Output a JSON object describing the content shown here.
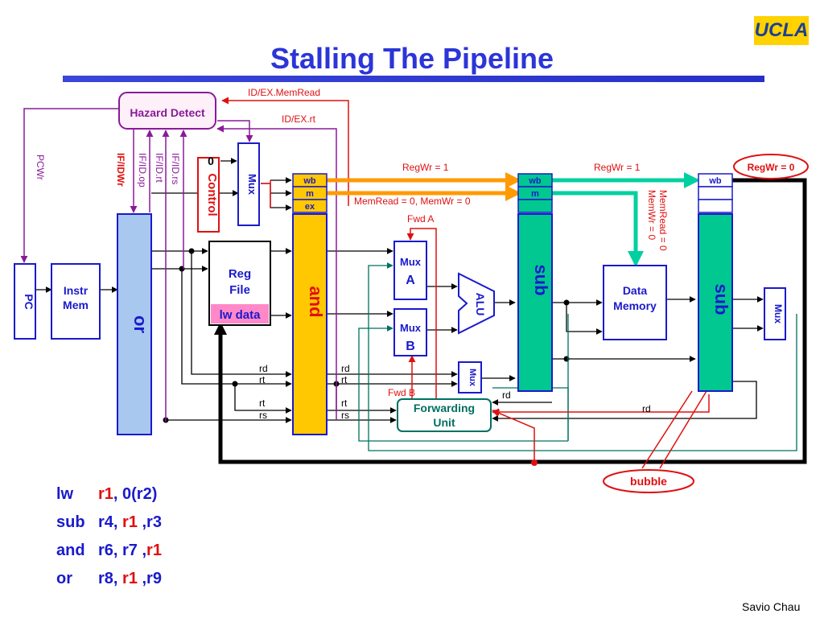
{
  "title": "Stalling The Pipeline",
  "logo": "UCLA",
  "author": "Savio Chau",
  "code": [
    {
      "op": "lw",
      "a": "r1",
      "b": ", 0(r2)"
    },
    {
      "op": "sub",
      "a": "r4, ",
      "r1": "r1",
      "b": " ,r3"
    },
    {
      "op": "and",
      "a": "r6, r7 ,",
      "r1": "r1",
      "b": ""
    },
    {
      "op": "or",
      "a": "r8, ",
      "r1": "r1",
      "b": " ,r9"
    }
  ],
  "blocks": {
    "hazard": "Hazard Detect",
    "pc": "PC",
    "instr1": "Instr",
    "instr2": "Mem",
    "control": "Control",
    "mux": "Mux",
    "regfile1": "Reg",
    "regfile2": "File",
    "lwdata": "lw data",
    "ifid_stage": "or",
    "idex_stage": "and",
    "exmem_stage": "sub",
    "memwb_stage": "sub",
    "muxa1": "Mux",
    "muxa2": "A",
    "muxb1": "Mux",
    "muxb2": "B",
    "alu": "ALU",
    "fwd1": "Forwarding",
    "fwd2": "Unit",
    "datamem1": "Data",
    "datamem2": "Memory",
    "bubble": "bubble",
    "wb": "wb",
    "m": "m",
    "ex": "ex",
    "zero": "0"
  },
  "signals": {
    "idex_memread": "ID/EX.MemRead",
    "idex_rt": "ID/EX.rt",
    "pcwr": "PCWr",
    "ifidwr": "IF/IDWr",
    "ifid_op": "IF/ID.op",
    "ifid_rt": "IF/ID.rt",
    "ifid_rs": "IF/ID.rs",
    "regwr1": "RegWr = 1",
    "regwr2": "RegWr = 1",
    "regwr0": "RegWr = 0",
    "memread_memwr": "MemRead = 0, MemWr = 0",
    "memread0": "MemRead = 0",
    "memwr0": "MemWr = 0",
    "fwda": "Fwd A",
    "fwdb": "Fwd B",
    "rd": "rd",
    "rt": "rt",
    "rs": "rs"
  },
  "colors": {
    "title": "#2b35d8",
    "stage_blue": "#a8c8f0",
    "stage_yellow": "#ffc800",
    "stage_green": "#00c890",
    "orange": "#ff9a00",
    "teal": "#00d0a0",
    "red": "#e01010",
    "purple": "#8a1a9a",
    "hazard_fill": "#fdf0f8",
    "lw_data_fill": "#ff88c8"
  }
}
